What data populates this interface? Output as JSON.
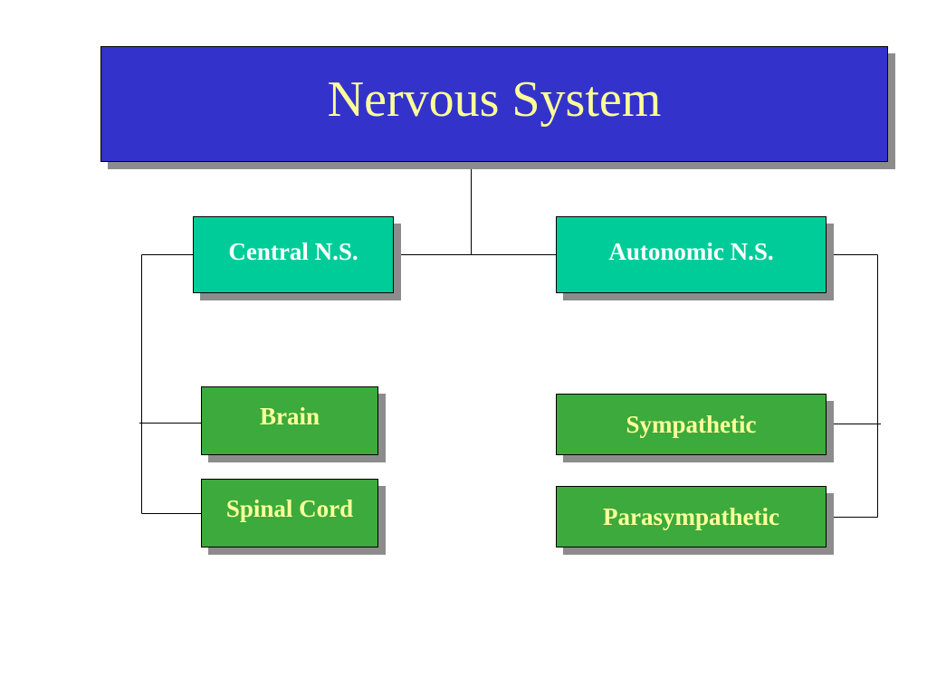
{
  "diagram": {
    "root": {
      "label": "Nervous System"
    },
    "branches": [
      {
        "label": "Central N.S.",
        "children": [
          {
            "label": "Brain"
          },
          {
            "label": "Spinal Cord"
          }
        ]
      },
      {
        "label": "Autonomic N.S.",
        "children": [
          {
            "label": "Sympathetic"
          },
          {
            "label": "Parasympathetic"
          }
        ]
      }
    ]
  },
  "colors": {
    "root_fill": "#3333cc",
    "root_text": "#ffff99",
    "level1_fill": "#00cc99",
    "level1_text": "#ffffff",
    "level2_fill": "#3caa3c",
    "level2_text": "#ffff99",
    "shadow": "#8c8c8c",
    "lines": "#000000"
  }
}
